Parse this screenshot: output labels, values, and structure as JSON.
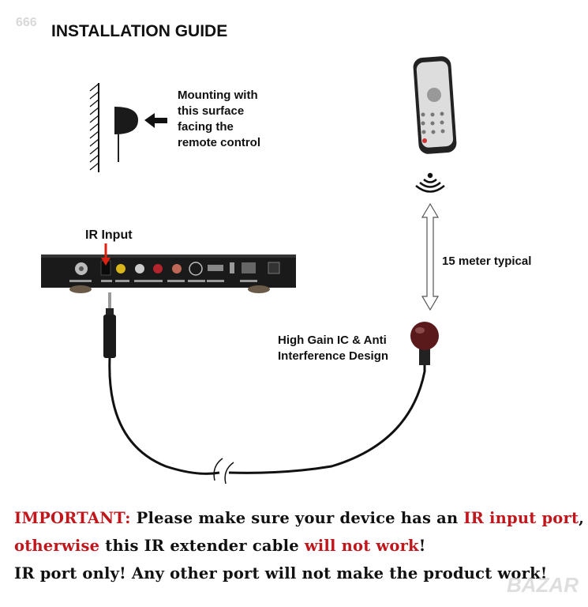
{
  "watermark_number": "666",
  "title": "INSTALLATION GUIDE",
  "mounting_label": [
    "Mounting with",
    "this surface",
    "facing the",
    "remote control"
  ],
  "ir_input_label": "IR Input",
  "distance_label": "15 meter typical",
  "sensor_label": [
    "High Gain IC & Anti",
    "Interference Design"
  ],
  "notice": {
    "line1": {
      "important": "IMPORTANT:",
      "text": " Please make sure your device has an ",
      "highlight": "IR input port",
      "end": ","
    },
    "line2": {
      "highlight1": "otherwise",
      "text": " this IR extender cable ",
      "highlight2": "will not work",
      "end": "!"
    },
    "line3": "IR port only! Any other port will not make the product work!"
  },
  "logo": "BAZAR",
  "colors": {
    "accent_red": "#c0171c"
  }
}
